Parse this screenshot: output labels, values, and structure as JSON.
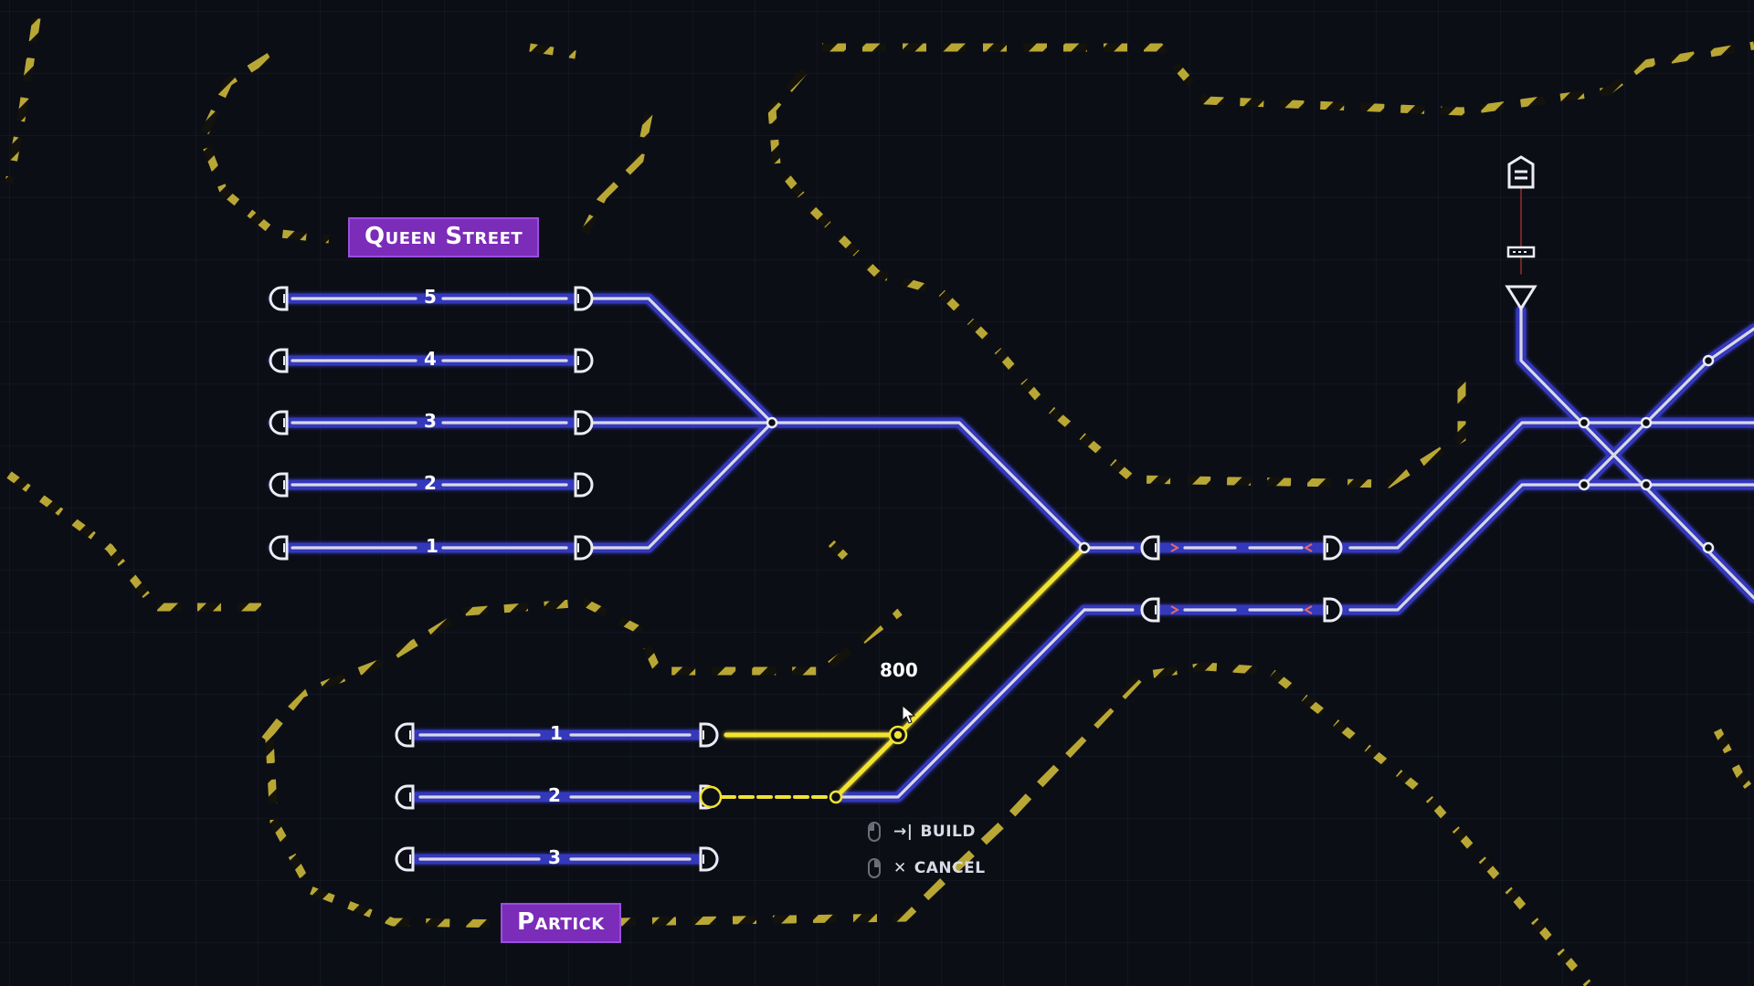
{
  "stations": {
    "queen_street": {
      "label": "Queen Street",
      "platforms": [
        "5",
        "4",
        "3",
        "2",
        "1"
      ]
    },
    "partick": {
      "label": "Partick",
      "platforms": [
        "1",
        "2",
        "3"
      ]
    }
  },
  "build": {
    "cost": "800"
  },
  "hints": {
    "build": {
      "glyph": "→|",
      "label": "BUILD"
    },
    "cancel": {
      "glyph": "✕",
      "label": "CANCEL"
    }
  },
  "colors": {
    "background": "#0c0e16",
    "track": "#d9d9e6",
    "track_glow": "#3b3fd8",
    "selection": "#f2e233",
    "hazard_yellow": "#d8c23a",
    "station_label": "#7b2cb8"
  },
  "icons": [
    "depot-icon",
    "buffer-stop-icon",
    "signal-icon",
    "junction-node-icon",
    "mouse-left-icon",
    "mouse-right-icon"
  ]
}
